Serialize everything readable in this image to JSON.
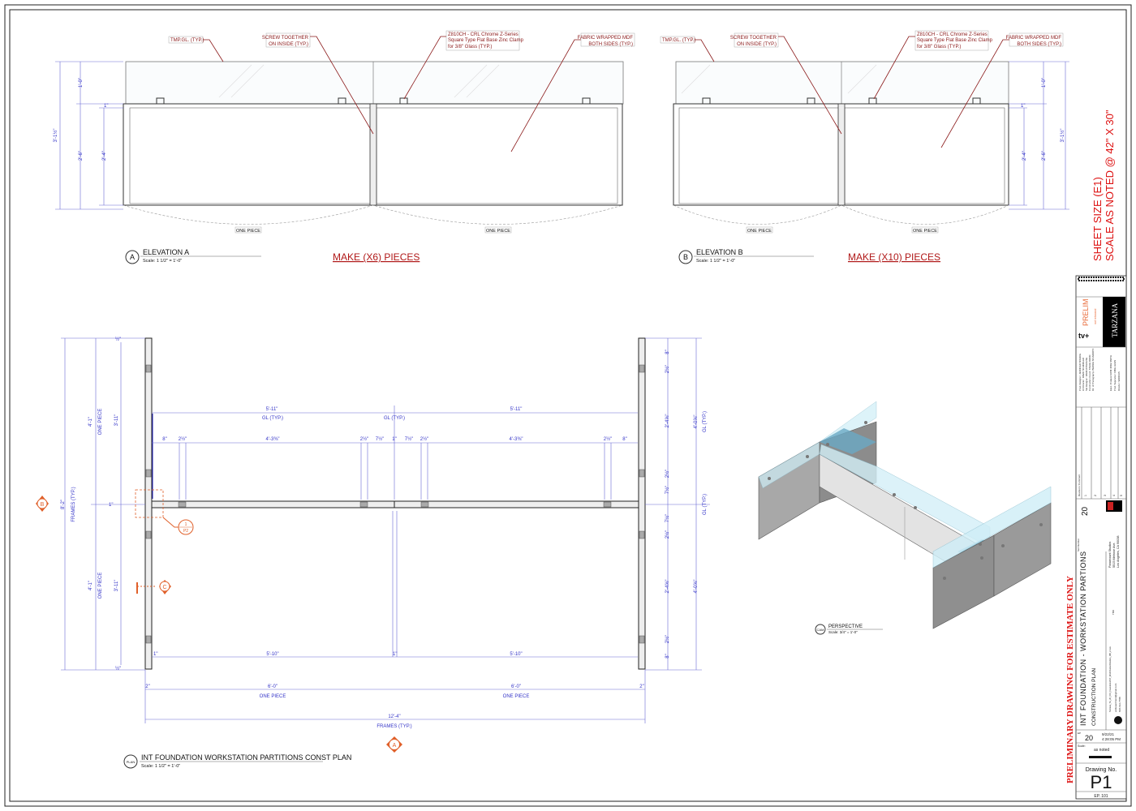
{
  "sheet": {
    "sheet_size": "SHEET SIZE (E1)",
    "scale_note": "SCALE AS NOTED @ 42\" X 30\"",
    "preliminary": "PRELIMINARY DRAWING FOR ESTIMATE ONLY"
  },
  "elevation_a": {
    "title": "ELEVATION A",
    "tag": "A",
    "scale": "Scale: 1 1/2\" = 1'-0\"",
    "make": "MAKE (X6) PIECES",
    "notes": {
      "tmp_gl": "TMP.GL. (TYP.)",
      "screw_1": "SCREW TOGETHER",
      "screw_2": "ON INSIDE (TYP.)",
      "clamp_1": "Z810CH - CRL Chrome Z-Series",
      "clamp_2": "Square Type Flat Base Zinc Clamp",
      "clamp_3": "for 3/8\" Glass (TYP.)",
      "fabric_1": "FABRIC WRAPPED MDF",
      "fabric_2": "BOTH SIDES (TYP.)"
    },
    "dims": {
      "overall": "3'-1½\"",
      "glass": "1'-0\"",
      "lower": "2'-6\"",
      "panel": "2'-4\"",
      "gap": "1\"",
      "one_piece": "ONE PIECE"
    }
  },
  "elevation_b": {
    "title": "ELEVATION B",
    "tag": "B",
    "scale": "Scale: 1 1/2\" = 1'-0\"",
    "make": "MAKE (X10) PIECES",
    "dims": {
      "overall": "3'-1½\"",
      "glass": "1'-0\"",
      "lower": "2'-6\"",
      "panel": "2'-4\"",
      "gap": "1\"",
      "one_piece": "ONE PIECE"
    }
  },
  "plan": {
    "title": "INT FOUNDATION WORKSTATION PARTITIONS CONST PLAN",
    "tag": "PLAN",
    "scale": "Scale: 1 1/2\" = 1'-0\"",
    "top": {
      "span": "5'-11\"",
      "gl": "GL (TYP.)",
      "end": "8\"",
      "clamp": "2½\"",
      "panel": "4'-3⅜\"",
      "mid": "7½\"",
      "post": "1\""
    },
    "bottom": {
      "inner": "5'-10\"",
      "piece": "6'-0\"",
      "one_piece": "ONE PIECE",
      "edge": "2\"",
      "overall": "12'-4\"",
      "frames": "FRAMES (TYP.)",
      "post": "1\""
    },
    "left": {
      "overall": "8'-2\"",
      "frames": "FRAMES (TYP.)",
      "half": "4'-1\"",
      "one_piece": "ONE PIECE",
      "glass": "3'-11\"",
      "edge": "1\"",
      "small": "½\""
    },
    "right": {
      "end": "8\"",
      "clamp": "2½\"",
      "panel": "2'-4⅝\"",
      "mid": "7½\"",
      "half": "4'-0⅝\"",
      "gl": "GL (TYP.)"
    },
    "markers": {
      "b": "B",
      "c": "C",
      "a": "A",
      "detail_num": "1",
      "detail_sheet": "P2"
    }
  },
  "perspective": {
    "tag": "CAM",
    "title": "PERSPECTIVE",
    "scale": "Scale: 3/4\" = 1'-0\""
  },
  "title_block": {
    "prelim": "PRELIM",
    "prelim_sub": "not released",
    "client_logo": "tv+",
    "production": "TARZANA",
    "credits": [
      "Prod. Designer: JENNIFER SPENCE",
      "Art Director: DAVID SCHINDLER",
      "Set Designer: DANA WITHOUSE",
      "Construction Coord: STEVE DIXON",
      "Dir. of Photography: BERNIE SCHWARTZ"
    ],
    "producers": [
      "Exec. Producer/UPM: MIKE SMITH",
      "Prod. Supervisor: MIKE LEVIN",
      "Director: VARIOUS"
    ],
    "revision_header": "Revision / Comment",
    "revisions": [
      "1",
      "2",
      "3",
      "4",
      "5"
    ],
    "set_no_label": "Set Number",
    "set_no": "20",
    "project_title": "INT FOUNDATION - WORKSTATION PARTIONS",
    "drawing_title": "CONSTRUCTION PLAN",
    "location": [
      "Paramount Studios",
      "5515 Melrose Ave.",
      "Los Angeles, CA 90038"
    ],
    "file": "Tarzana_TA_20_001_FoundationINT_WorkStationDividers_MB_2.vwx",
    "drafter": "TBD",
    "email": "artdepartment@gmail.com",
    "phone": "818-612-7788",
    "ep_label": "EP",
    "ep_no": "20",
    "date": "9/22/21",
    "time": "4:28:05 PM",
    "scale_label": "Scale:",
    "scale": "as noted",
    "drawing_no_label": "Drawing No.",
    "drawing_no": "P1",
    "sheet_ref": "EP. 101"
  },
  "colors": {
    "dimension": "#3434c8",
    "note": "#8b1a1a",
    "marker": "#e0602a",
    "glass": "#a8d8e8",
    "panel": "#8c8c8c"
  }
}
